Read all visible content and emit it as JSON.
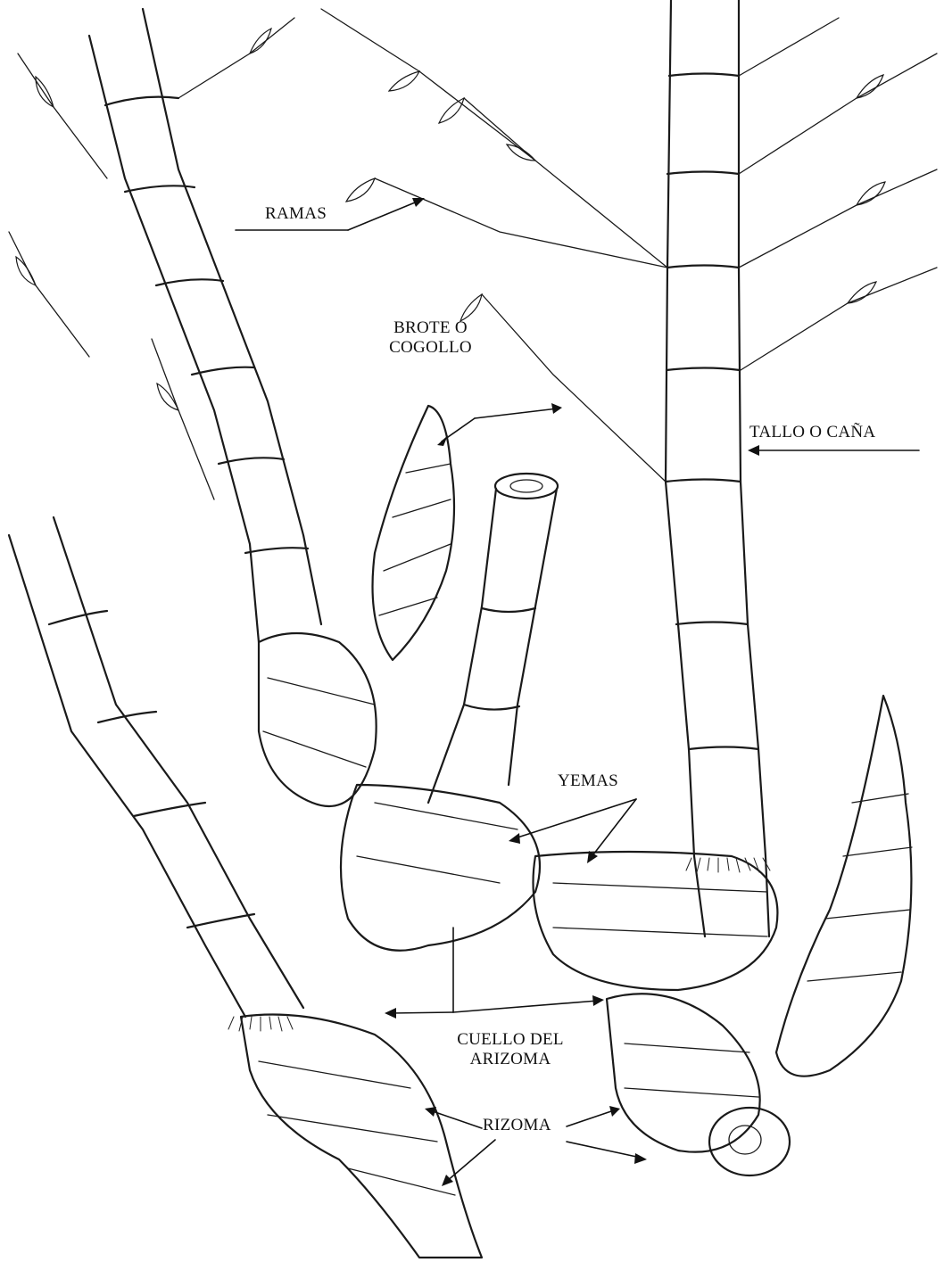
{
  "labels": {
    "ramas": "RAMAS",
    "brote_line1": "BROTE O",
    "brote_line2": "COGOLLO",
    "tallo": "TALLO O CAÑA",
    "yemas": "YEMAS",
    "cuello_line1": "CUELLO DEL",
    "cuello_line2": "ARIZOMA",
    "rizoma": "RIZOMA"
  },
  "colors": {
    "ink": "#1a1a1a",
    "background": "#ffffff"
  }
}
